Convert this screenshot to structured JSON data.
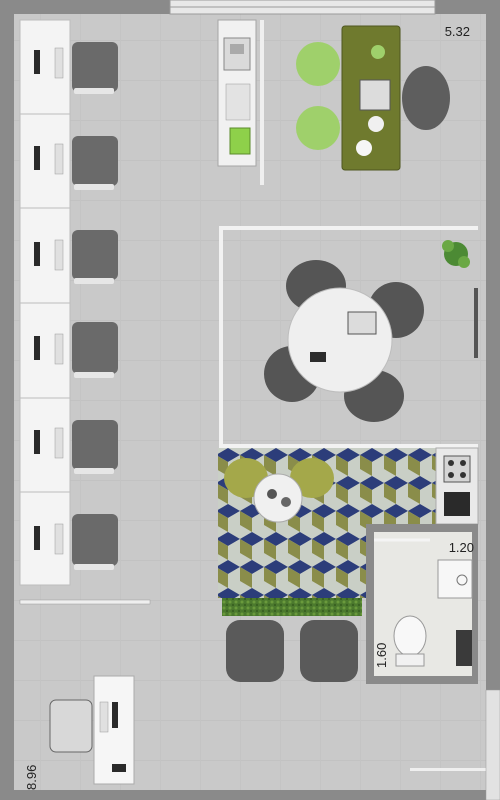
{
  "plan": {
    "dimensions": {
      "top_right": "5.32",
      "bathroom_width": "1.20",
      "bathroom_depth": "1.60",
      "left_length": "8.96"
    }
  },
  "colors": {
    "wall": "#8a8a8a",
    "floor": "#c8c8c8",
    "desk_top": "#f4f4f4",
    "chair": "#5e5e5e",
    "green_chair": "#9fd06b",
    "wood_desk": "#6f7a2e",
    "tile_blue": "#2c3d7a",
    "tile_light": "#c9cfc6",
    "tile_olive": "#8a8d4a",
    "grass": "#4c7a2e"
  },
  "icons": [
    "desk-icon",
    "chair-icon",
    "monitor-icon",
    "plant-icon",
    "laptop-icon",
    "sink-icon",
    "toilet-icon",
    "stove-icon"
  ]
}
